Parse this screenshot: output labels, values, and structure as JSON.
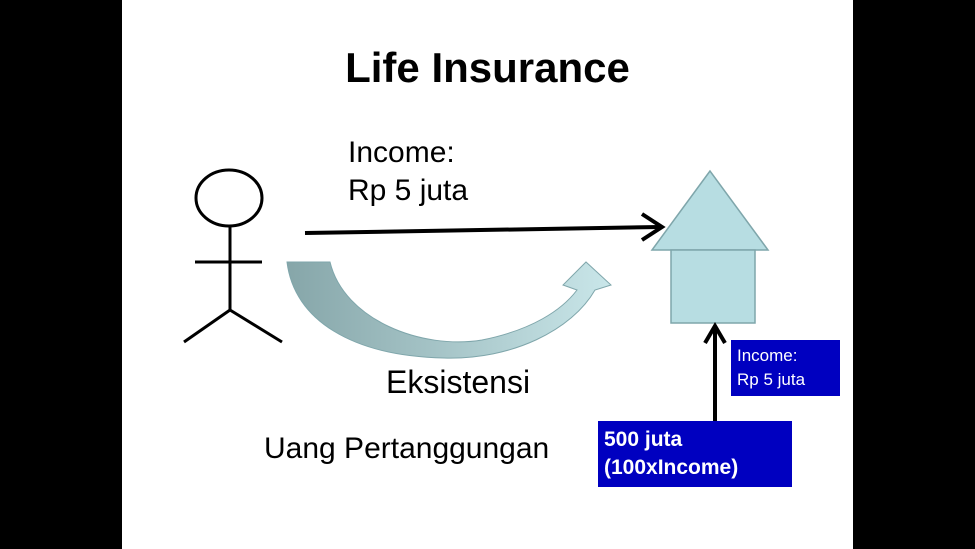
{
  "title": "Life Insurance",
  "income_label": {
    "line1": "Income:",
    "line2": "Rp 5 juta"
  },
  "existence_label": "Eksistensi",
  "sum_assured_label": "Uang Pertanggungan",
  "income_box": {
    "line1": "Income:",
    "line2": "Rp 5 juta"
  },
  "sum_box": {
    "line1": "500 juta",
    "line2": "(100xIncome)"
  },
  "colors": {
    "house": "#b7dde2",
    "house_stroke": "#7fa6ab",
    "box": "#0000c0",
    "curve_dark": "#86a6a9",
    "curve_light": "#c3e3e6"
  }
}
